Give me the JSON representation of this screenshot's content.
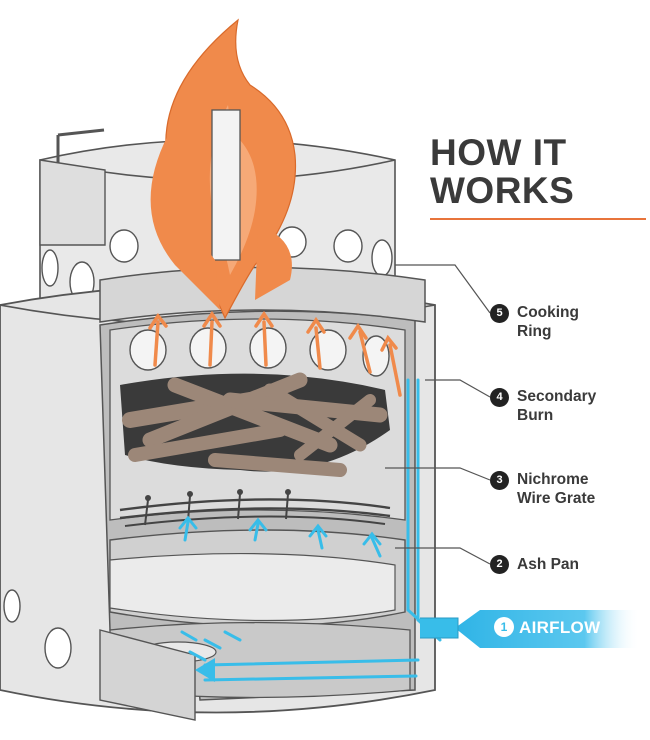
{
  "title": {
    "line1": "HOW IT",
    "line2": "WORKS"
  },
  "colors": {
    "accent": "#e8743b",
    "flame": "#f08a4b",
    "airflow": "#38bde9",
    "steel_light": "#ececec",
    "steel_mid": "#d4d4d4",
    "steel_dark": "#9a9a9a",
    "wood": "#9c8778",
    "text": "#3a3a3a"
  },
  "labels": [
    {
      "num": "5",
      "line1": "Cooking",
      "line2": "Ring"
    },
    {
      "num": "4",
      "line1": "Secondary",
      "line2": "Burn"
    },
    {
      "num": "3",
      "line1": "Nichrome",
      "line2": "Wire Grate"
    },
    {
      "num": "2",
      "line1": "Ash Pan",
      "line2": ""
    }
  ],
  "airflow": {
    "num": "1",
    "label": "AIRFLOW"
  }
}
